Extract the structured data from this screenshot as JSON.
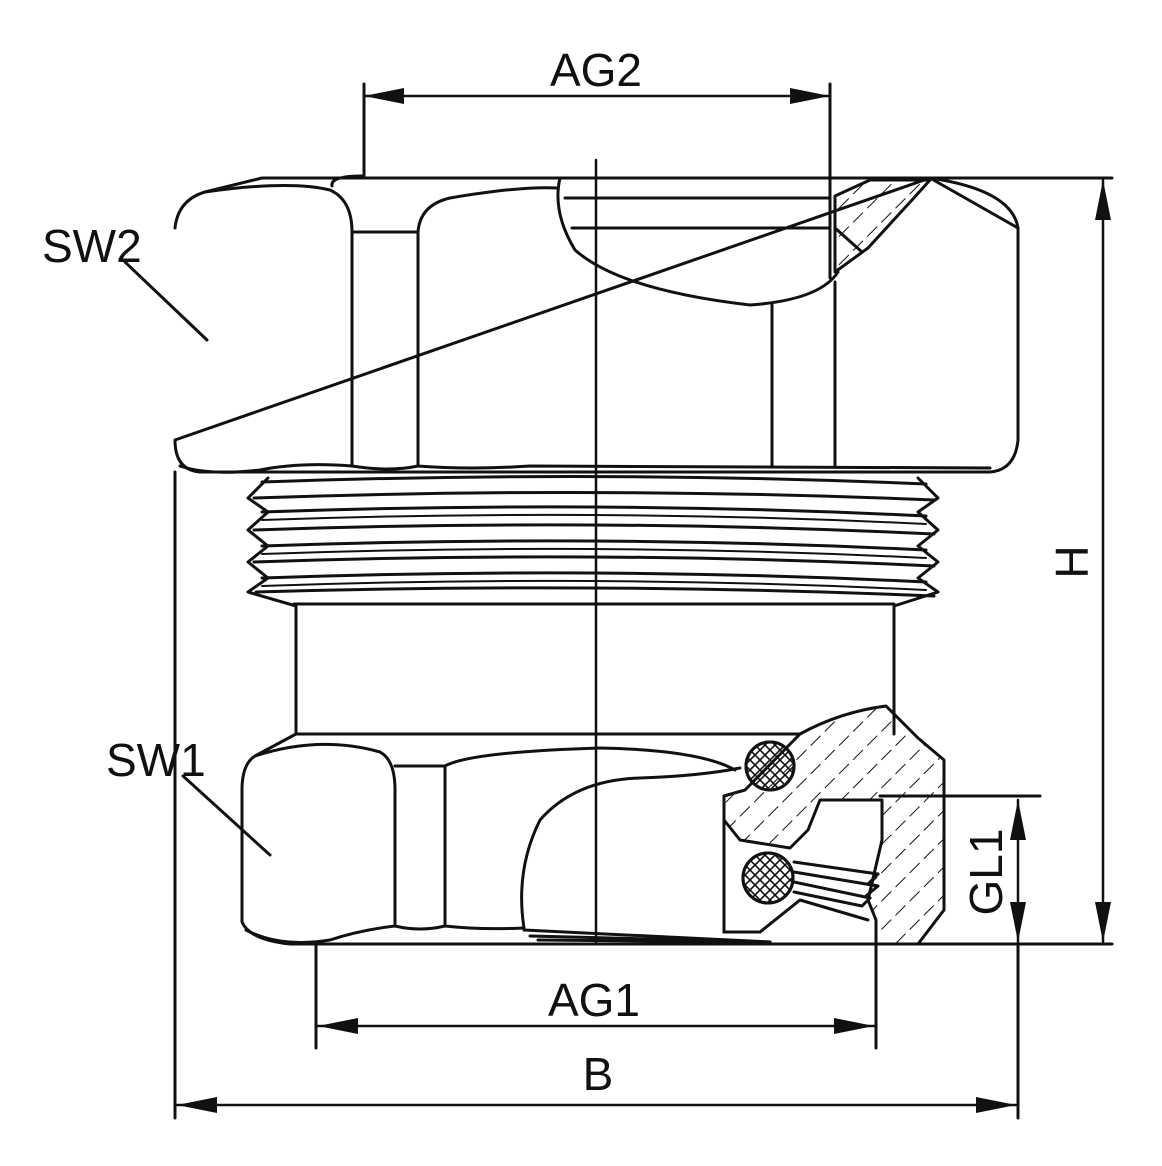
{
  "labels": {
    "ag2": "AG2",
    "sw2": "SW2",
    "sw1": "SW1",
    "h": "H",
    "gl1": "GL1",
    "ag1": "AG1",
    "b": "B"
  },
  "colors": {
    "line": "#111111",
    "background": "#ffffff"
  }
}
